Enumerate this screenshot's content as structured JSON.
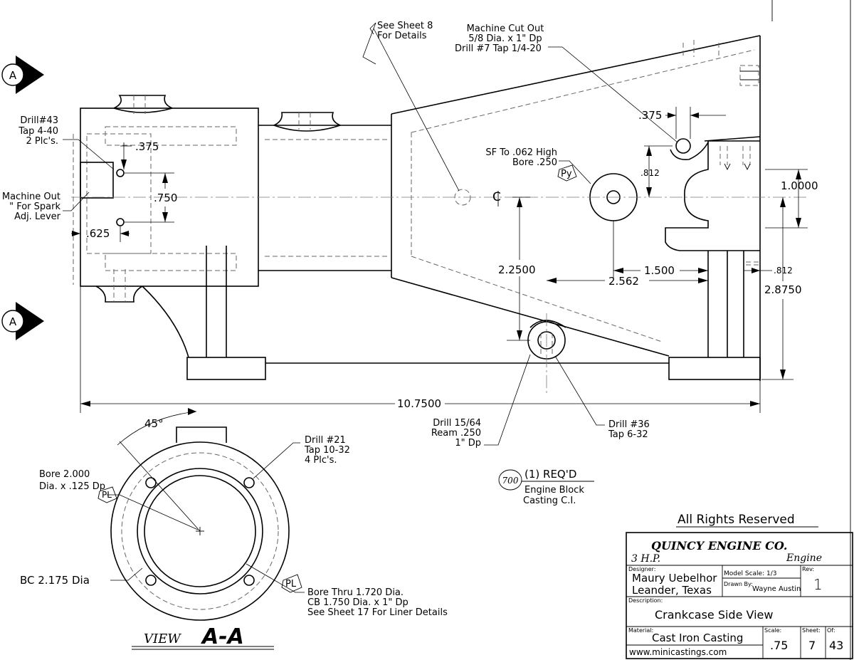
{
  "notes": {
    "see_sheet_8": [
      "See Sheet 8",
      "For Details"
    ],
    "machine_cut_out": [
      "Machine Cut Out",
      "5/8 Dia. x 1\" Dp",
      "Drill #7 Tap 1/4-20"
    ],
    "drill43": [
      "Drill#43",
      "Tap 4-40",
      "2 Plc's."
    ],
    "machine_out": [
      "Machine Out",
      "\" For Spark",
      "Adj. Lever"
    ],
    "sf_bore": [
      "SF To .062 High",
      "Bore .250"
    ],
    "drill_15_64": [
      "Drill 15/64",
      "Ream .250",
      "1\" Dp"
    ],
    "drill36": [
      "Drill #36",
      "Tap 6-32"
    ],
    "drill21": [
      "Drill #21",
      "Tap 10-32",
      "4 Plc's."
    ],
    "bore2000": [
      "Bore 2.000",
      "Dia. x .125 Dp"
    ],
    "bore_thru": [
      "Bore Thru 1.720 Dia.",
      "CB 1.750 Dia. x 1\" Dp",
      "See Sheet 17 For Liner Details"
    ],
    "req": [
      "(1) REQ'D",
      "Engine Block",
      "Casting C.I."
    ]
  },
  "dimensions": {
    "d375_left": ".375",
    "d750": ".750",
    "d625": ".625",
    "d375_right": ".375",
    "d812_top": ".812",
    "d1_0000": "1.0000",
    "d2_2500": "2.2500",
    "d1_500": "1.500",
    "d2_562": "2.562",
    "d812_right": ".812",
    "d2_8750": "2.8750",
    "d10_7500": "10.7500",
    "d45": "45°",
    "bc": "BC 2.175 Dia"
  },
  "symbols": {
    "section_letter": "A",
    "centerline": "C",
    "finish_py": "Py",
    "finish_pl": "PL",
    "part_number": "700"
  },
  "view_label": {
    "view": "VIEW",
    "section": "A-A"
  },
  "rights": "All Rights Reserved",
  "title_block": {
    "company": "QUINCY ENGINE CO.",
    "hp": "3 H.P.",
    "engine": "Engine",
    "designer_label": "Designer:",
    "designer": "Maury Uebelhor",
    "location": "Leander, Texas",
    "model_scale_label": "Model Scale: 1/3",
    "drawn_by_label": "Drawn By:",
    "drawn_by": "Wayne Austin",
    "rev_label": "Rev:",
    "rev": "1",
    "description_label": "Description:",
    "description": "Crankcase Side View",
    "material_label": "Material:",
    "material": "Cast Iron Casting",
    "scale_label": "Scale:",
    "scale": ".75",
    "sheet_label": "Sheet:",
    "sheet": "7",
    "of_label": "Of:",
    "of": "43",
    "website": "www.minicastings.com"
  }
}
